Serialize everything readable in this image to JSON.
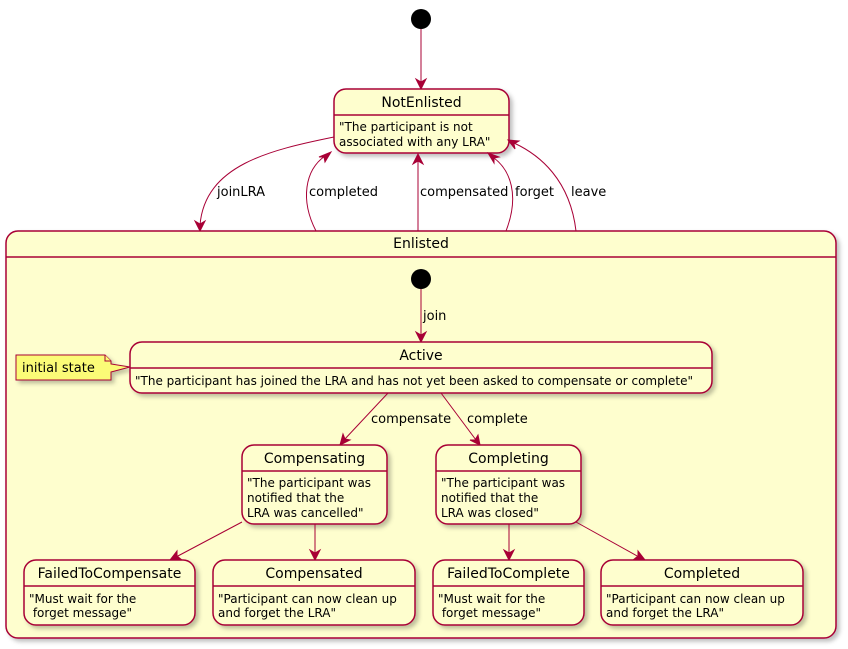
{
  "states": {
    "not_enlisted": {
      "title": "NotEnlisted",
      "desc": [
        "\"The participant is not",
        "associated with any LRA\""
      ]
    },
    "enlisted": {
      "title": "Enlisted"
    },
    "active": {
      "title": "Active",
      "desc": [
        "\"The participant has joined the LRA and has not yet been asked to compensate or complete\""
      ]
    },
    "compensating": {
      "title": "Compensating",
      "desc": [
        "\"The participant was",
        "notified that the",
        "LRA was cancelled\""
      ]
    },
    "completing": {
      "title": "Completing",
      "desc": [
        "\"The participant was",
        "notified that the",
        "LRA was closed\""
      ]
    },
    "failed_to_compensate": {
      "title": "FailedToCompensate",
      "desc": [
        "\"Must wait for the",
        " forget message\""
      ]
    },
    "compensated": {
      "title": "Compensated",
      "desc": [
        "\"Participant can now clean up",
        "and forget the LRA\""
      ]
    },
    "failed_to_complete": {
      "title": "FailedToComplete",
      "desc": [
        "\"Must wait for the",
        " forget message\""
      ]
    },
    "completed": {
      "title": "Completed",
      "desc": [
        "\"Participant can now clean up",
        "and forget the LRA\""
      ]
    }
  },
  "transitions": {
    "join_lra": "joinLRA",
    "completed": "completed",
    "compensated": "compensated",
    "forget": "forget",
    "leave": "leave",
    "join": "join",
    "compensate": "compensate",
    "complete": "complete"
  },
  "note": {
    "text": "initial state"
  },
  "colors": {
    "state_fill": "#FEFECE",
    "state_border": "#A80036",
    "arrow": "#A80036",
    "note_fill": "#FBFB77"
  }
}
